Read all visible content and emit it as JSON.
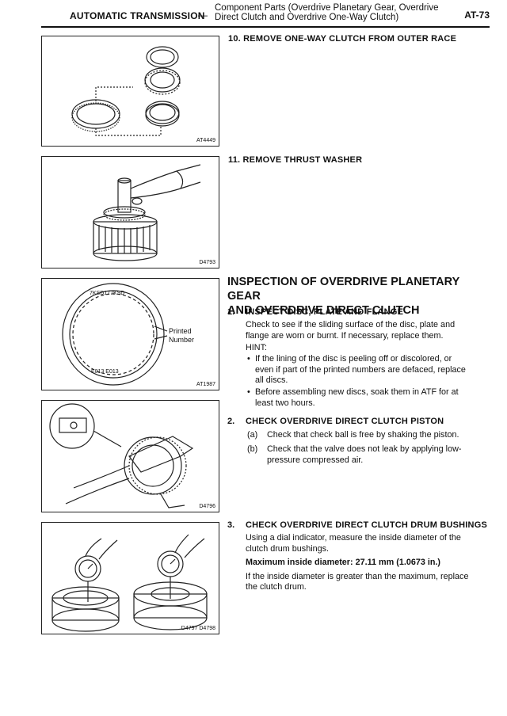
{
  "header": {
    "section": "AUTOMATIC TRANSMISSION",
    "dash": "—",
    "subtitle_line1": "Component Parts (Overdrive Planetary Gear, Overdrive",
    "subtitle_line2": "Direct Clutch and Overdrive One-Way Clutch)",
    "page": "AT-73"
  },
  "figures": [
    {
      "code": "AT4449",
      "icon": "clutch-race-exploded"
    },
    {
      "code": "D4793",
      "icon": "thrust-washer-removal"
    },
    {
      "code": "AT1987",
      "icon": "clutch-disc",
      "label_line1": "Printed",
      "label_line2": "Number",
      "top_mark": "7KSD177KSD",
      "bottom_mark": "E013 E013"
    },
    {
      "code": "D4796",
      "icon": "piston-check"
    },
    {
      "code": "D4797 D4798",
      "icon": "dial-indicator"
    }
  ],
  "steps": {
    "s10": "10.  REMOVE ONE-WAY CLUTCH FROM OUTER RACE",
    "s11": "11.  REMOVE THRUST WASHER"
  },
  "section": {
    "title_line1": "INSPECTION OF OVERDRIVE PLANETARY GEAR",
    "title_line2": "AND OVERDRIVE DIRECT CLUTCH"
  },
  "item1": {
    "num": "1.",
    "title": "INSPECT DISC, PLATE AND FLANGE",
    "line1": "Check to see if the sliding surface of the disc, plate and",
    "line2": "flange are worn or burnt. If necessary, replace them.",
    "hint": "HINT:",
    "b1_line1": "If the lining of the disc is peeling off or discolored, or",
    "b1_line2": "even if part of the printed numbers are defaced, replace",
    "b1_line3": "all discs.",
    "b2_line1": "Before assembling new discs, soak them in ATF for at",
    "b2_line2": "least two hours."
  },
  "item2": {
    "num": "2.",
    "title": "CHECK OVERDRIVE DIRECT CLUTCH PISTON",
    "a_label": "(a)",
    "a_text": "Check that check ball is free by shaking the piston.",
    "b_label": "(b)",
    "b_line1": "Check that the valve does not leak by applying low-",
    "b_line2": "pressure compressed air."
  },
  "item3": {
    "num": "3.",
    "title": "CHECK OVERDRIVE DIRECT CLUTCH DRUM BUSHINGS",
    "line1": "Using a dial indicator, measure the inside diameter of the",
    "line2": "clutch drum bushings.",
    "max": "Maximum inside diameter:   27.11 mm (1.0673 in.)",
    "line3": "If the inside diameter is greater than the maximum, replace",
    "line4": "the clutch drum."
  }
}
